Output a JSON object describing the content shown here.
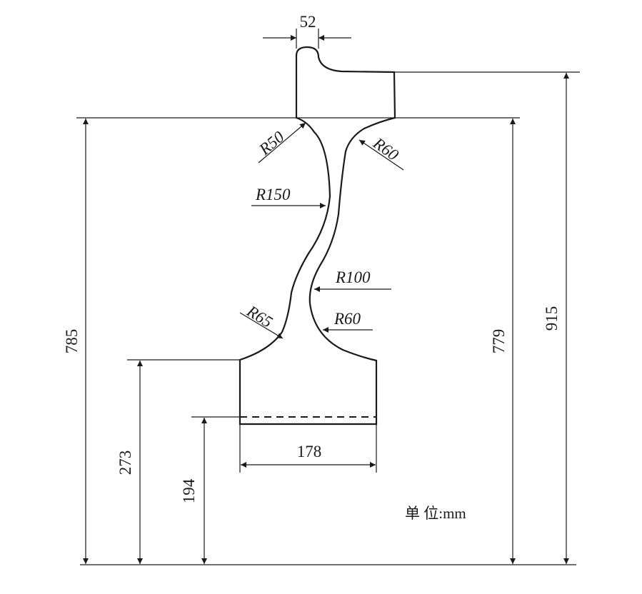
{
  "dimensions": {
    "top_width": "52",
    "bottom_width": "178",
    "height_785": "785",
    "height_779": "779",
    "height_915": "915",
    "height_273": "273",
    "height_194": "194"
  },
  "radii": {
    "r50": "R50",
    "r60_top": "R60",
    "r150": "R150",
    "r100": "R100",
    "r60_bottom": "R60",
    "r65": "R65"
  },
  "unit_label": "单 位:mm"
}
